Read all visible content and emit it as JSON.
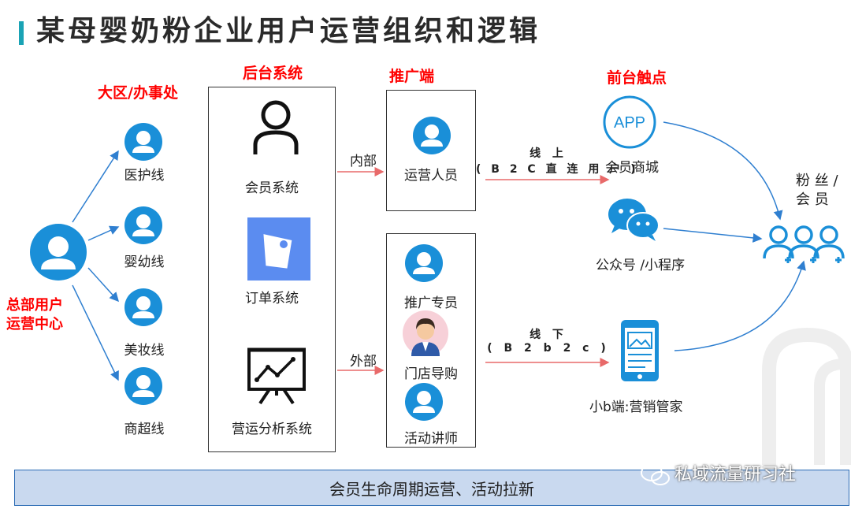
{
  "title": "某母婴奶粉企业用户运营组织和逻辑",
  "sections": {
    "region": "大区/办事处",
    "backend": "后台系统",
    "promotion": "推广端",
    "frontend": "前台触点"
  },
  "hq": {
    "label": "总部用户运营中心",
    "line1": "总部用户",
    "line2": "运营中心"
  },
  "regions": [
    "医护线",
    "婴幼线",
    "美妆线",
    "商超线"
  ],
  "backend_systems": [
    "会员系统",
    "订单系统",
    "营运分析系统"
  ],
  "channels": {
    "internal": "内部",
    "external": "外部"
  },
  "promotion_top": [
    "运营人员"
  ],
  "promotion_bottom": [
    "推广专员",
    "门店导购",
    "活动讲师"
  ],
  "online": {
    "line1": "线 上",
    "line2": "( B 2 C 直 连 用 户 )"
  },
  "offline": {
    "line1": "线 下",
    "line2": "( B 2 b 2 c )"
  },
  "touchpoints": {
    "app_icon_text": "APP",
    "app": "会员商城",
    "wechat": "公众号 /小程序",
    "smallb": "小b端:营销管家"
  },
  "fans": {
    "line1": "粉 丝 /",
    "line2": "会 员"
  },
  "bottom_bar": "会员生命周期运营、活动拉新",
  "watermark": "私域流量研习社",
  "colors": {
    "accent": "#1a8fd8",
    "red": "#ff0000",
    "arrow": "#e86a6a",
    "bar": "#c9d9ef"
  }
}
